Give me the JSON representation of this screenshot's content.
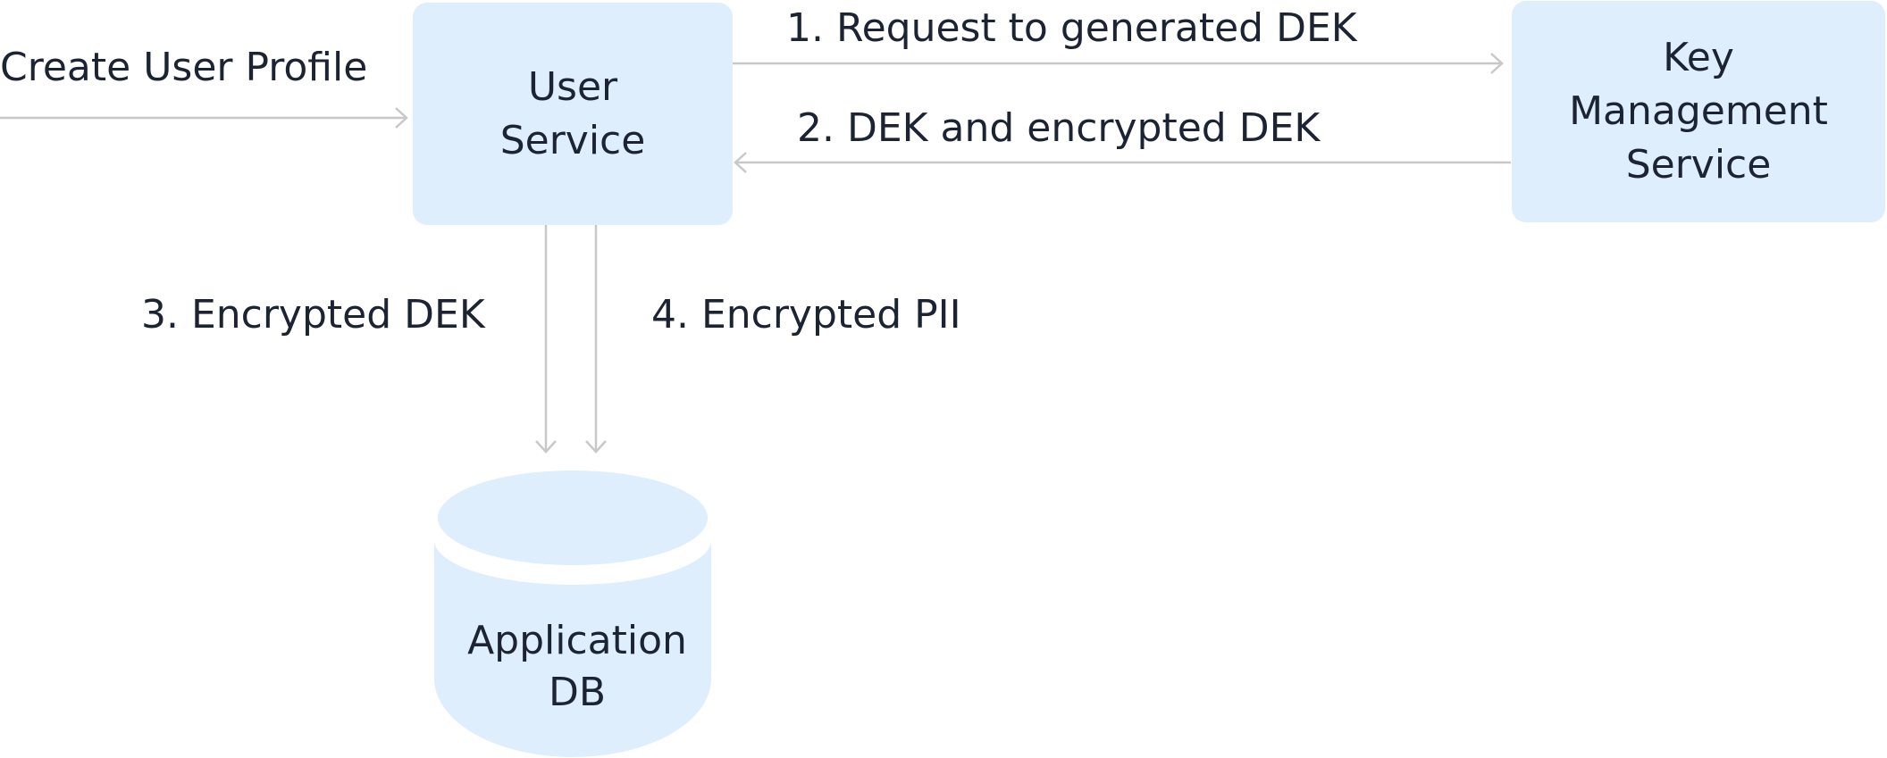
{
  "nodes": {
    "user_service": {
      "lines": [
        "User",
        "Service"
      ]
    },
    "kms": {
      "lines": [
        "Key",
        "Management",
        "Service"
      ]
    },
    "app_db": {
      "lines": [
        "Application",
        "DB"
      ]
    }
  },
  "edges": {
    "create_profile": "Create User Profile",
    "request_dek": "1. Request to generated DEK",
    "dek_response": "2. DEK and encrypted DEK",
    "encrypted_dek": "3. Encrypted DEK",
    "encrypted_pii": "4. Encrypted PII"
  },
  "colors": {
    "node_fill": "#deeefd",
    "arrow": "#c8c8c8",
    "text": "#1c2333"
  }
}
